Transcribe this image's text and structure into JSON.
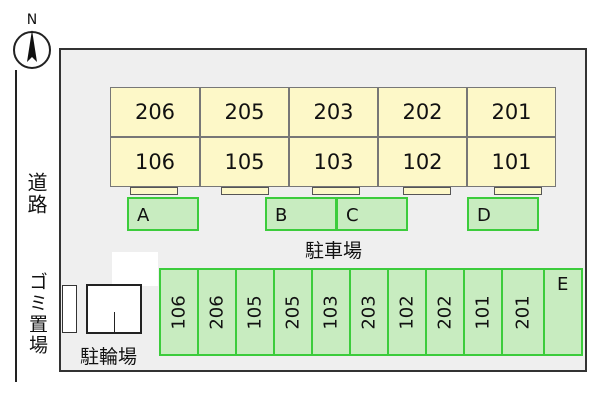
{
  "compass": {
    "letter": "N"
  },
  "road_label": "道路",
  "garbage_label": "ゴミ置場",
  "parking_label": "駐車場",
  "bicycle_label": "駐輪場",
  "units_upper": [
    "206",
    "205",
    "203",
    "202",
    "201"
  ],
  "units_lower": [
    "106",
    "105",
    "103",
    "102",
    "101"
  ],
  "car_spaces": [
    "A",
    "B",
    "C",
    "D"
  ],
  "bike_spaces": [
    "106",
    "206",
    "105",
    "205",
    "103",
    "203",
    "102",
    "202",
    "101",
    "201"
  ],
  "extra_space": "E"
}
